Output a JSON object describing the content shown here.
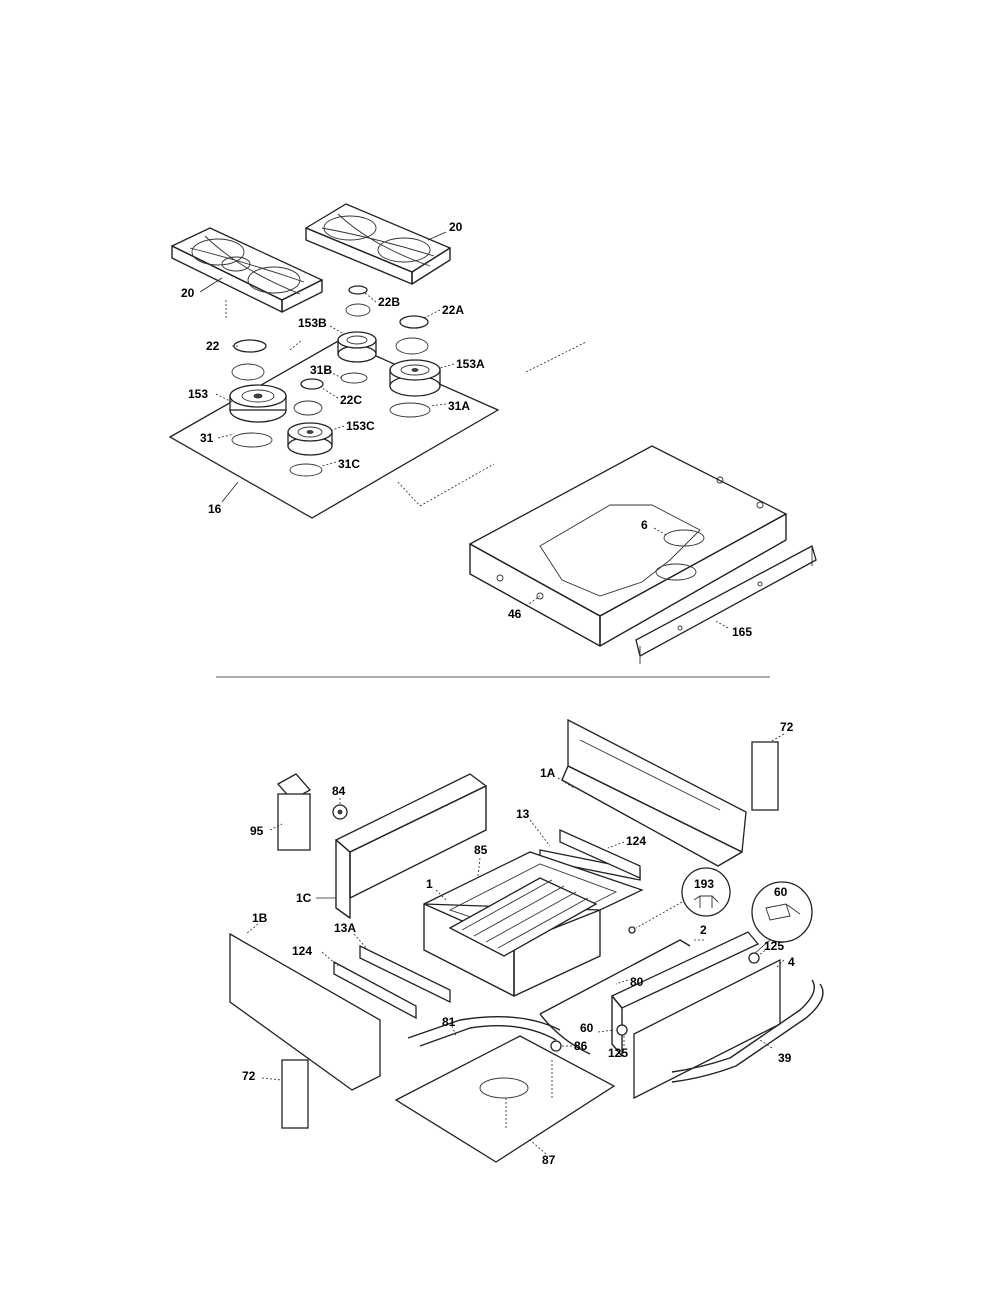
{
  "top_section": {
    "labels": {
      "l20a": "20",
      "l20b": "20",
      "l22b": "22B",
      "l22a": "22A",
      "l153b": "153B",
      "l22": "22",
      "l31b": "31B",
      "l153a": "153A",
      "l153": "153",
      "l22c": "22C",
      "l31a": "31A",
      "l31": "31",
      "l153c": "153C",
      "l31c": "31C",
      "l16": "16",
      "l6": "6",
      "l46": "46",
      "l165": "165"
    }
  },
  "bottom_section": {
    "labels": {
      "l1a": "1A",
      "l72a": "72",
      "l84": "84",
      "l95": "95",
      "l13": "13",
      "l124a": "124",
      "l85": "85",
      "l1": "1",
      "l193": "193",
      "l60a": "60",
      "l1c": "1C",
      "l1b": "1B",
      "l13a": "13A",
      "l124b": "124",
      "l2": "2",
      "l125a": "125",
      "l4": "4",
      "l80": "80",
      "l81": "81",
      "l60b": "60",
      "l86": "86",
      "l125b": "125",
      "l39": "39",
      "l72b": "72",
      "l87": "87"
    }
  }
}
